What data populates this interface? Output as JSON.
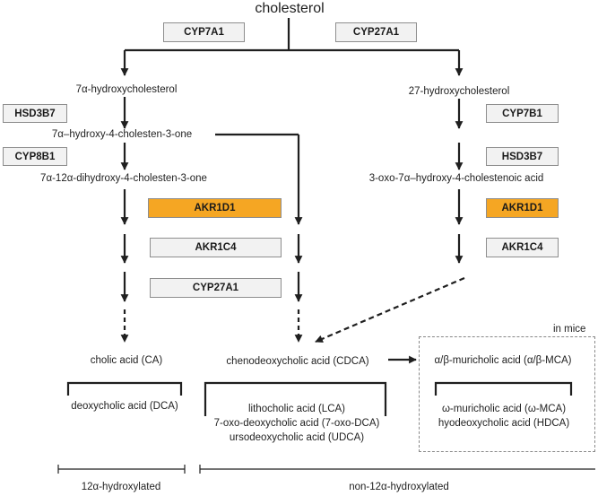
{
  "title": "cholesterol",
  "colors": {
    "line": "#1f1f1f",
    "enzyme_box": "#f2f2f2",
    "highlight_box": "#f5a623",
    "border": "#8e8e8e"
  },
  "enzymes": {
    "cyp7a1": "CYP7A1",
    "cyp27a1_top": "CYP27A1",
    "hsd3b7_left": "HSD3B7",
    "cyp8b1": "CYP8B1",
    "akr1d1_left": "AKR1D1",
    "akr1c4_left": "AKR1C4",
    "cyp27a1_mid": "CYP27A1",
    "cyp7b1": "CYP7B1",
    "hsd3b7_right": "HSD3B7",
    "akr1d1_right": "AKR1D1",
    "akr1c4_right": "AKR1C4"
  },
  "intermediates": {
    "hydroxycholesterol_7a": "7α-hydroxycholesterol",
    "hydroxycholesten_one": "7α–hydroxy-4-cholesten-3-one",
    "dihydroxycholesten_one": "7α-12α-dihydroxy-4-cholesten-3-one",
    "hydroxycholesterol_27": "27-hydroxycholesterol",
    "oxo_cholestenoic_acid": "3-oxo-7α–hydroxy-4-cholestenoic acid"
  },
  "primary_acids": {
    "cholic": "cholic acid (CA)",
    "cdca": "chenodeoxycholic acid (CDCA)",
    "mca": "α/β-muricholic acid (α/β-MCA)"
  },
  "mice_label": "in mice",
  "secondary_acids": {
    "dca": "deoxycholic acid (DCA)",
    "cdca_products": [
      "lithocholic acid (LCA)",
      "7-oxo-deoxycholic acid (7-oxo-DCA)",
      "ursodeoxycholic acid (UDCA)"
    ],
    "mca_products": [
      "ω-muricholic acid (ω-MCA)",
      "hyodeoxycholic acid (HDCA)"
    ]
  },
  "groups": {
    "left": "12α-hydroxylated",
    "right": "non-12α-hydroxylated"
  }
}
